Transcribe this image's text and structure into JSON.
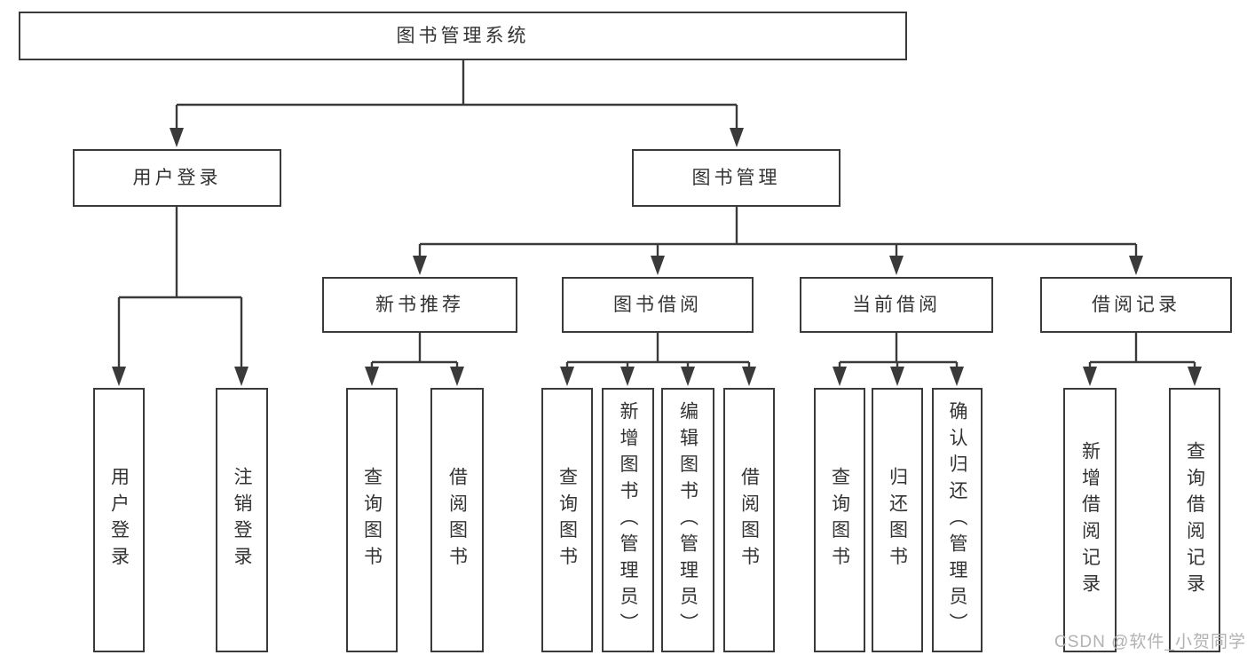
{
  "diagram": {
    "root": {
      "label": "图书管理系统"
    },
    "level2": [
      {
        "label": "用户登录"
      },
      {
        "label": "图书管理"
      }
    ],
    "level3": [
      {
        "label": "新书推荐"
      },
      {
        "label": "图书借阅"
      },
      {
        "label": "当前借阅"
      },
      {
        "label": "借阅记录"
      }
    ],
    "leaves": [
      {
        "label": "用户登录"
      },
      {
        "label": "注销登录"
      },
      {
        "label": "查询图书"
      },
      {
        "label": "借阅图书"
      },
      {
        "label": "查询图书"
      },
      {
        "label": "新增图书（管理员）"
      },
      {
        "label": "编辑图书（管理员）"
      },
      {
        "label": "借阅图书"
      },
      {
        "label": "查询图书"
      },
      {
        "label": "归还图书"
      },
      {
        "label": "确认归还（管理员）"
      },
      {
        "label": "新增借阅记录"
      },
      {
        "label": "查询借阅记录"
      }
    ],
    "watermark": "CSDN @软件_小贺同学",
    "colors": {
      "line": "#3a3a3a",
      "text": "#333333",
      "background": "#ffffff",
      "watermark": "#b3b1b1"
    }
  }
}
